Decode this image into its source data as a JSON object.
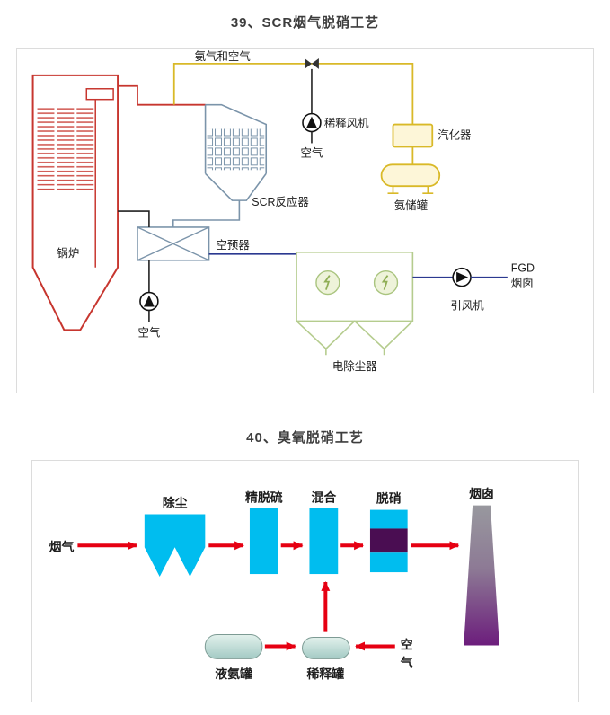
{
  "page": {
    "title_39": "39、SCR烟气脱硝工艺",
    "title_40": "40、臭氧脱硝工艺"
  },
  "scr_diagram": {
    "labels": {
      "ammonia_and_air": "氨气和空气",
      "dilution_fan": "稀释风机",
      "air_top": "空气",
      "vaporizer": "汽化器",
      "ammonia_tank": "氨储罐",
      "scr_reactor": "SCR反应器",
      "air_preheater": "空预器",
      "boiler": "锅炉",
      "air_bottom": "空气",
      "esp": "电除尘器",
      "id_fan": "引风机",
      "fgd": "FGD",
      "stack": "烟囱"
    }
  },
  "ozone_diagram": {
    "labels": {
      "flue_gas": "烟气",
      "dust_removal": "除尘",
      "fine_desulfurization": "精脱硫",
      "mixing": "混合",
      "denitration": "脱硝",
      "chimney": "烟囱",
      "liquid_ammonia_tank": "液氨罐",
      "dilution_tank": "稀释罐",
      "air_vertical": [
        "空",
        "气"
      ]
    }
  },
  "colors": {
    "boiler_red": "#c7362f",
    "ammonia_yellow": "#d9b928",
    "duct_navy": "#2b3990",
    "reactor_gray_blue": "#7b94aa",
    "esp_green": "#b5cc8e",
    "arrow_red": "#e60012",
    "block_cyan": "#00bdef",
    "denitration_purple": "#4a0d52"
  }
}
